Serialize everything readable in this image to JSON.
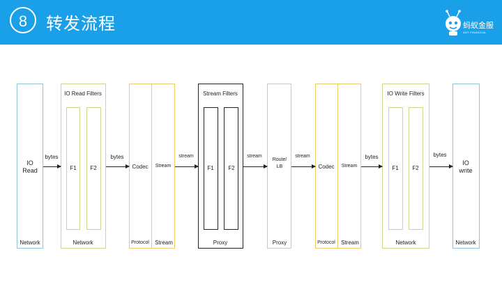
{
  "header": {
    "slide_number": "8",
    "title": "转发流程",
    "logo_brand": "蚂蚁金服",
    "logo_sub": "ANT FINANCIAL",
    "background": "#1aa0e8"
  },
  "colors": {
    "blue": "#8fc3dd",
    "green": "#c9d88a",
    "yellow": "#eccc6a",
    "black": "#222222",
    "gray": "#c8c8c8"
  },
  "stages": {
    "io_read": {
      "name_line1": "IO",
      "name_line2": "Read",
      "bottom": "Network"
    },
    "io_read_filters": {
      "title": "IO Read Filters",
      "f1": "F1",
      "f2": "F2",
      "bottom": "Network"
    },
    "codec_in": {
      "codec": "Codec",
      "stream": "Stream",
      "bottom_left": "Protocol",
      "bottom_right": "Stream"
    },
    "stream_filters": {
      "title": "Stream Filters",
      "f1": "F1",
      "f2": "F2",
      "bottom": "Proxy"
    },
    "route": {
      "name_line1": "Route/",
      "name_line2": "LB",
      "bottom": "Proxy"
    },
    "codec_out": {
      "codec": "Codec",
      "stream": "Stream",
      "bottom_left": "Protocol",
      "bottom_right": "Stream"
    },
    "io_write_filters": {
      "title": "IO Write Filters",
      "f1": "F1",
      "f2": "F2",
      "bottom": "Network"
    },
    "io_write": {
      "name_line1": "IO",
      "name_line2": "write",
      "bottom": "Network"
    }
  },
  "arrows": [
    "bytes",
    "bytes",
    "stream",
    "stream",
    "stream",
    "bytes",
    "bytes"
  ]
}
